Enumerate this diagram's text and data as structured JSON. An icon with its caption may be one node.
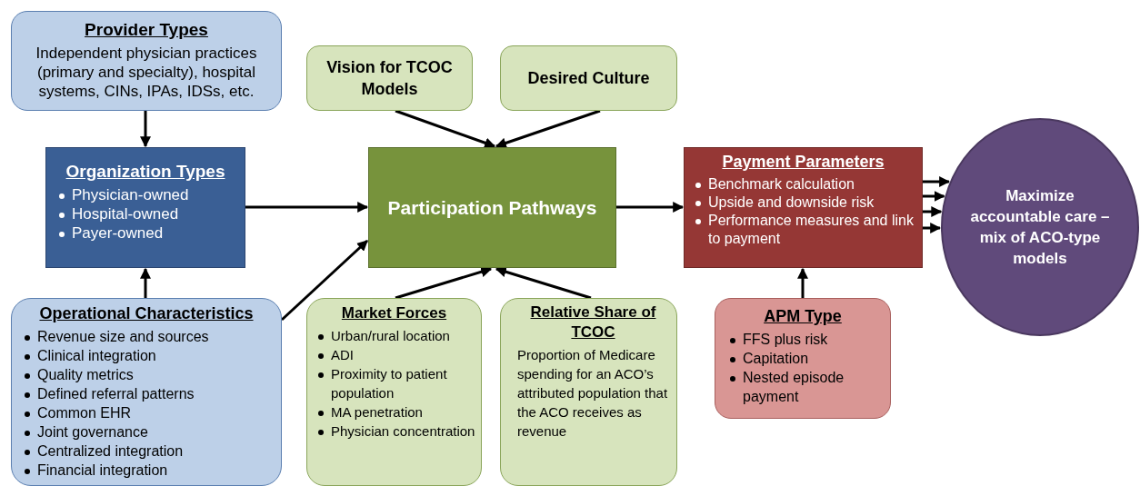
{
  "diagram": {
    "nodes": [
      {
        "text": [
          "Provider Types",
          "Independent physician practices (primary and specialty), hospital systems, CINs, IPAs, IDSs, etc."
        ]
      },
      {
        "text": [
          "Vision for TCOC Models"
        ]
      },
      {
        "text": [
          "Desired Culture"
        ]
      },
      {
        "text": [
          "Organization Types",
          "Physician-owned",
          "Hospital-owned",
          "Payer-owned"
        ]
      },
      {
        "text": [
          "Participation Pathways"
        ]
      },
      {
        "text": [
          "Payment Parameters",
          "Benchmark calculation",
          "Upside and downside risk",
          "Performance measures and link to payment"
        ]
      },
      {
        "text": [
          "Maximize accountable care – mix of ACO-type models"
        ]
      },
      {
        "text": [
          "Operational Characteristics",
          "Revenue size and sources",
          "Clinical integration",
          "Quality metrics",
          "Defined referral patterns",
          "Common EHR",
          "Joint governance",
          "Centralized integration",
          "Financial integration"
        ]
      },
      {
        "text": [
          "Market Forces",
          "Urban/rural location",
          "ADI",
          "Proximity to patient population",
          "MA penetration",
          "Physician concentration"
        ]
      },
      {
        "text": [
          "Relative Share of TCOC",
          "Proportion of Medicare spending for an ACO’s attributed population that the ACO receives as revenue"
        ]
      },
      {
        "text": [
          "APM Type",
          "FFS plus risk",
          "Capitation",
          "Nested episode payment"
        ]
      }
    ],
    "edges": [
      {
        "from": 0,
        "to": 3,
        "arrow": "to"
      },
      {
        "from": 7,
        "to": 3,
        "arrow": "to"
      },
      {
        "from": 3,
        "to": 4,
        "arrow": "to"
      },
      {
        "from": 7,
        "to": 4,
        "arrow": "to"
      },
      {
        "from": 1,
        "to": 4,
        "arrow": "to"
      },
      {
        "from": 2,
        "to": 4,
        "arrow": "to"
      },
      {
        "from": 8,
        "to": 4,
        "arrow": "to"
      },
      {
        "from": 9,
        "to": 4,
        "arrow": "to"
      },
      {
        "from": 4,
        "to": 5,
        "arrow": "to"
      },
      {
        "from": 10,
        "to": 5,
        "arrow": "to"
      },
      {
        "from": 5,
        "to": 6,
        "arrow": "to"
      },
      {
        "from": 5,
        "to": 6,
        "arrow": "to"
      },
      {
        "from": 5,
        "to": 6,
        "arrow": "to"
      },
      {
        "from": 5,
        "to": 6,
        "arrow": "to"
      }
    ]
  }
}
